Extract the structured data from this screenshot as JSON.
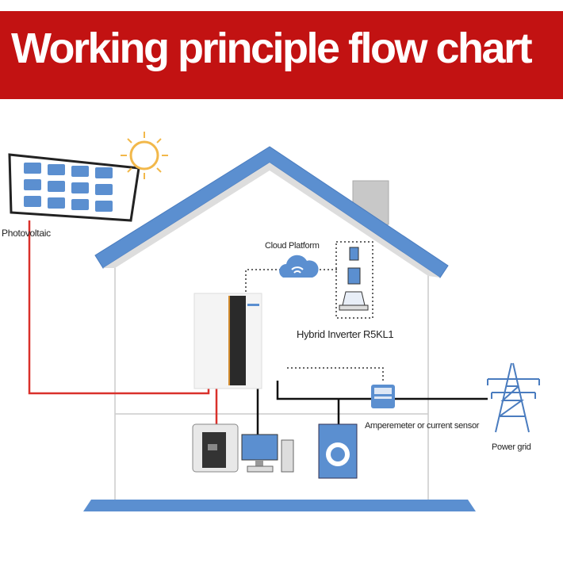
{
  "title": "Working principle flow chart",
  "labels": {
    "photovoltaic": "Photovoltaic",
    "cloud": "Cloud Platform",
    "inverter": "Hybrid Inverter R5KL1",
    "meter": "Amperemeter or current sensor",
    "grid": "Power grid"
  },
  "colors": {
    "banner": "#c21212",
    "roof": "#5b8fd0",
    "dc_line": "#d9312b",
    "ac_line": "#111111"
  }
}
